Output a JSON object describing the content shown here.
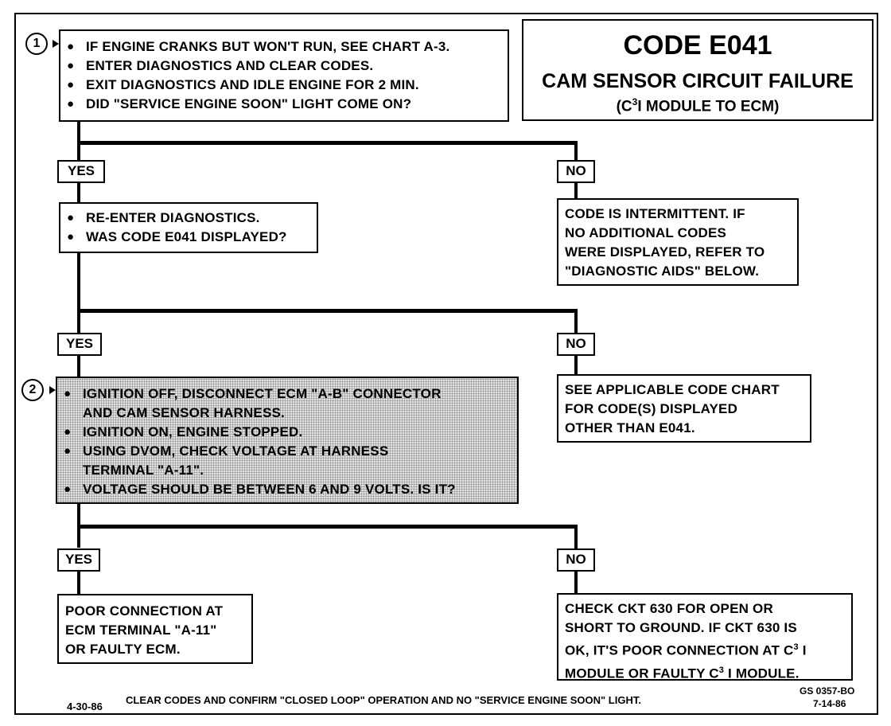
{
  "title": {
    "code": "CODE E041",
    "subtitle": "CAM SENSOR CIRCUIT FAILURE",
    "subtitle2_pre": "(C",
    "subtitle2_sup": "3",
    "subtitle2_post": "I MODULE TO ECM)"
  },
  "steps": {
    "step1": {
      "number": "1",
      "lines": [
        "IF ENGINE CRANKS BUT WON'T RUN, SEE CHART A-3.",
        "ENTER DIAGNOSTICS AND CLEAR CODES.",
        "EXIT DIAGNOSTICS AND IDLE ENGINE FOR 2 MIN.",
        "DID \"SERVICE ENGINE SOON\" LIGHT COME ON?"
      ]
    },
    "step1_yes": {
      "label": "YES",
      "lines": [
        "RE-ENTER DIAGNOSTICS.",
        "WAS CODE E041 DISPLAYED?"
      ]
    },
    "step1_no": {
      "label": "NO",
      "lines": [
        "CODE IS INTERMITTENT. IF",
        "NO ADDITIONAL CODES",
        "WERE DISPLAYED, REFER TO",
        "\"DIAGNOSTIC AIDS\" BELOW."
      ]
    },
    "step2_yes_label": "YES",
    "step2_no": {
      "label": "NO",
      "lines": [
        "SEE APPLICABLE CODE CHART",
        "FOR CODE(S) DISPLAYED",
        "OTHER THAN E041."
      ]
    },
    "step2": {
      "number": "2",
      "b1a": "IGNITION OFF, DISCONNECT ECM \"A-B\" CONNECTOR",
      "b1b": "AND CAM SENSOR HARNESS.",
      "b2": "IGNITION ON, ENGINE STOPPED.",
      "b3a": "USING DVOM, CHECK VOLTAGE AT HARNESS",
      "b3b": "TERMINAL \"A-11\".",
      "b4": "VOLTAGE SHOULD BE BETWEEN 6 AND 9 VOLTS.  IS IT?"
    },
    "step3_yes": {
      "label": "YES",
      "lines": [
        "POOR CONNECTION AT",
        "ECM TERMINAL \"A-11\"",
        "OR FAULTY ECM."
      ]
    },
    "step3_no": {
      "label": "NO",
      "l1": "CHECK CKT 630 FOR OPEN OR",
      "l2": "SHORT TO GROUND.  IF CKT 630 IS",
      "l3_pre": "OK, IT'S POOR CONNECTION AT C",
      "l3_sup": "3",
      "l3_post": " I",
      "l4_pre": "MODULE OR FAULTY C",
      "l4_sup": "3",
      "l4_post": " I MODULE."
    }
  },
  "footer": {
    "date_left": "4-30-86",
    "note": "CLEAR CODES AND CONFIRM \"CLOSED LOOP\"  OPERATION AND NO \"SERVICE ENGINE SOON\" LIGHT.",
    "ref": "GS 0357-BO",
    "date_right": "7-14-86"
  }
}
